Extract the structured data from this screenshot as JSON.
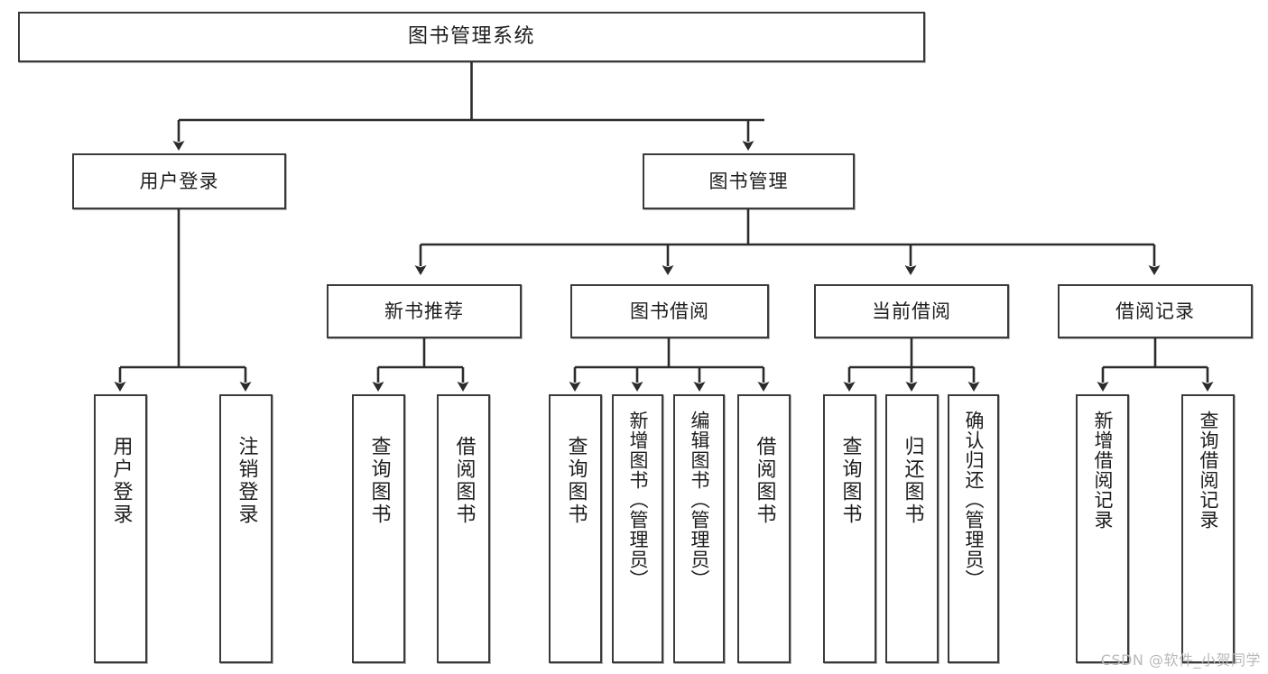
{
  "diagram": {
    "type": "tree-hierarchy",
    "title": "图书管理系统",
    "watermark": "CSDN @软件_小贺同学",
    "colors": {
      "box_border": "#3b3b3b",
      "box_fill": "#ffffff",
      "connector": "#2b2b2b",
      "text": "#1d1d1d",
      "watermark": "#b9b9b9"
    },
    "nodes": {
      "root": {
        "label": "图书管理系统"
      },
      "level2": [
        {
          "id": "user-login",
          "label": "用户登录"
        },
        {
          "id": "book-manage",
          "label": "图书管理"
        }
      ],
      "level3": [
        {
          "id": "new-book-recommend",
          "label": "新书推荐"
        },
        {
          "id": "book-borrow",
          "label": "图书借阅"
        },
        {
          "id": "current-borrow",
          "label": "当前借阅"
        },
        {
          "id": "borrow-record",
          "label": "借阅记录"
        }
      ],
      "leaves": {
        "user-login": [
          {
            "id": "leaf-user-login",
            "label": "用户登录"
          },
          {
            "id": "leaf-logout-login",
            "label": "注销登录"
          }
        ],
        "new-book-recommend": [
          {
            "id": "leaf-query-book-1",
            "label": "查询图书"
          },
          {
            "id": "leaf-borrow-book-1",
            "label": "借阅图书"
          }
        ],
        "book-borrow": [
          {
            "id": "leaf-query-book-2",
            "label": "查询图书"
          },
          {
            "id": "leaf-add-book-admin",
            "label": "新增图书（管理员）"
          },
          {
            "id": "leaf-edit-book-admin",
            "label": "编辑图书（管理员）"
          },
          {
            "id": "leaf-borrow-book-2",
            "label": "借阅图书"
          }
        ],
        "current-borrow": [
          {
            "id": "leaf-query-book-3",
            "label": "查询图书"
          },
          {
            "id": "leaf-return-book",
            "label": "归还图书"
          },
          {
            "id": "leaf-confirm-return-admin",
            "label": "确认归还（管理员）"
          }
        ],
        "borrow-record": [
          {
            "id": "leaf-add-borrow-record",
            "label": "新增借阅记录"
          },
          {
            "id": "leaf-query-borrow-record",
            "label": "查询借阅记录"
          }
        ]
      }
    }
  }
}
